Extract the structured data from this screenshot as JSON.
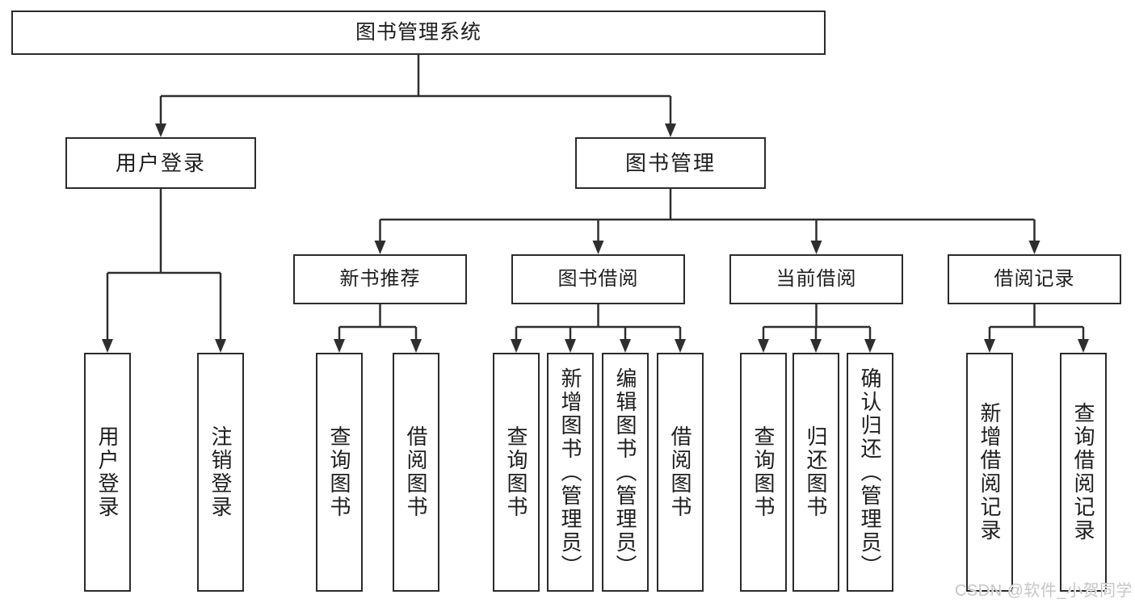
{
  "diagram": {
    "title": "图书管理系统",
    "branches": [
      {
        "label": "用户登录",
        "children": [
          {
            "label": "用户登录"
          },
          {
            "label": "注销登录"
          }
        ]
      },
      {
        "label": "图书管理",
        "sections": [
          {
            "label": "新书推荐",
            "children": [
              {
                "label": "查询图书"
              },
              {
                "label": "借阅图书"
              }
            ]
          },
          {
            "label": "图书借阅",
            "children": [
              {
                "label": "查询图书"
              },
              {
                "label": "新增图书（管理员）"
              },
              {
                "label": "编辑图书（管理员）"
              },
              {
                "label": "借阅图书"
              }
            ]
          },
          {
            "label": "当前借阅",
            "children": [
              {
                "label": "查询图书"
              },
              {
                "label": "归还图书"
              },
              {
                "label": "确认归还（管理员）"
              }
            ]
          },
          {
            "label": "借阅记录",
            "children": [
              {
                "label": "新增借阅记录"
              },
              {
                "label": "查询借阅记录"
              }
            ]
          }
        ]
      }
    ]
  },
  "watermark": {
    "text": "CSDN @软件_小贺同学"
  },
  "colors": {
    "background": "#ffffff",
    "box_fill": "#ffffff",
    "box_border": "#2b2b2b",
    "line": "#2e2e2e",
    "text": "#1d1d1d",
    "watermark": "#c6c6c6"
  }
}
